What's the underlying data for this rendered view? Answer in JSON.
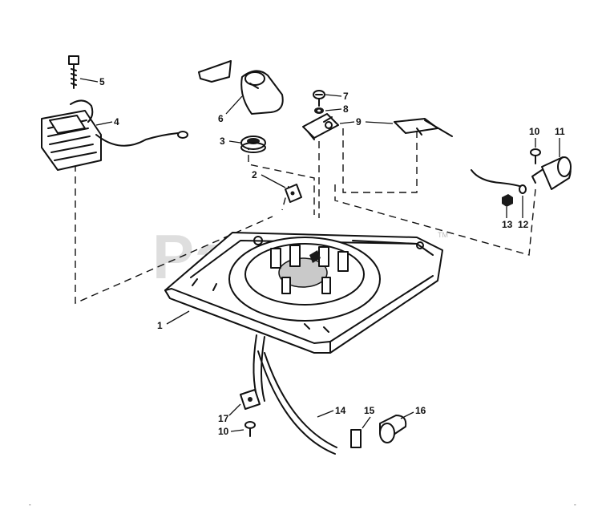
{
  "watermark": {
    "text": "PartsTree",
    "trademark": "TM"
  },
  "corner_marks": {
    "left": "-",
    "right": "-"
  },
  "callouts": {
    "p1": "1",
    "p2": "2",
    "p3": "3",
    "p4": "4",
    "p5": "5",
    "p6": "6",
    "p7": "7",
    "p8": "8",
    "p9": "9",
    "p10a": "10",
    "p10b": "10",
    "p11": "11",
    "p12": "12",
    "p13": "13",
    "p14": "14",
    "p15": "15",
    "p16": "16",
    "p17": "17"
  },
  "icons": {
    "part-1": "armature-plate-icon",
    "part-2": "clip-icon",
    "part-3": "oil-seal-icon",
    "part-4": "ignition-coil-icon",
    "part-5": "bolt-icon",
    "part-6": "cam-follower-icon",
    "part-7": "screw-icon",
    "part-8": "washer-icon",
    "part-9": "breaker-points-icon",
    "part-10": "screw-icon",
    "part-11": "condenser-icon",
    "part-12": "lead-wire-icon",
    "part-13": "nut-icon",
    "part-14": "ground-wire-icon",
    "part-15": "spring-icon",
    "part-16": "boot-icon",
    "part-17": "clamp-icon"
  }
}
